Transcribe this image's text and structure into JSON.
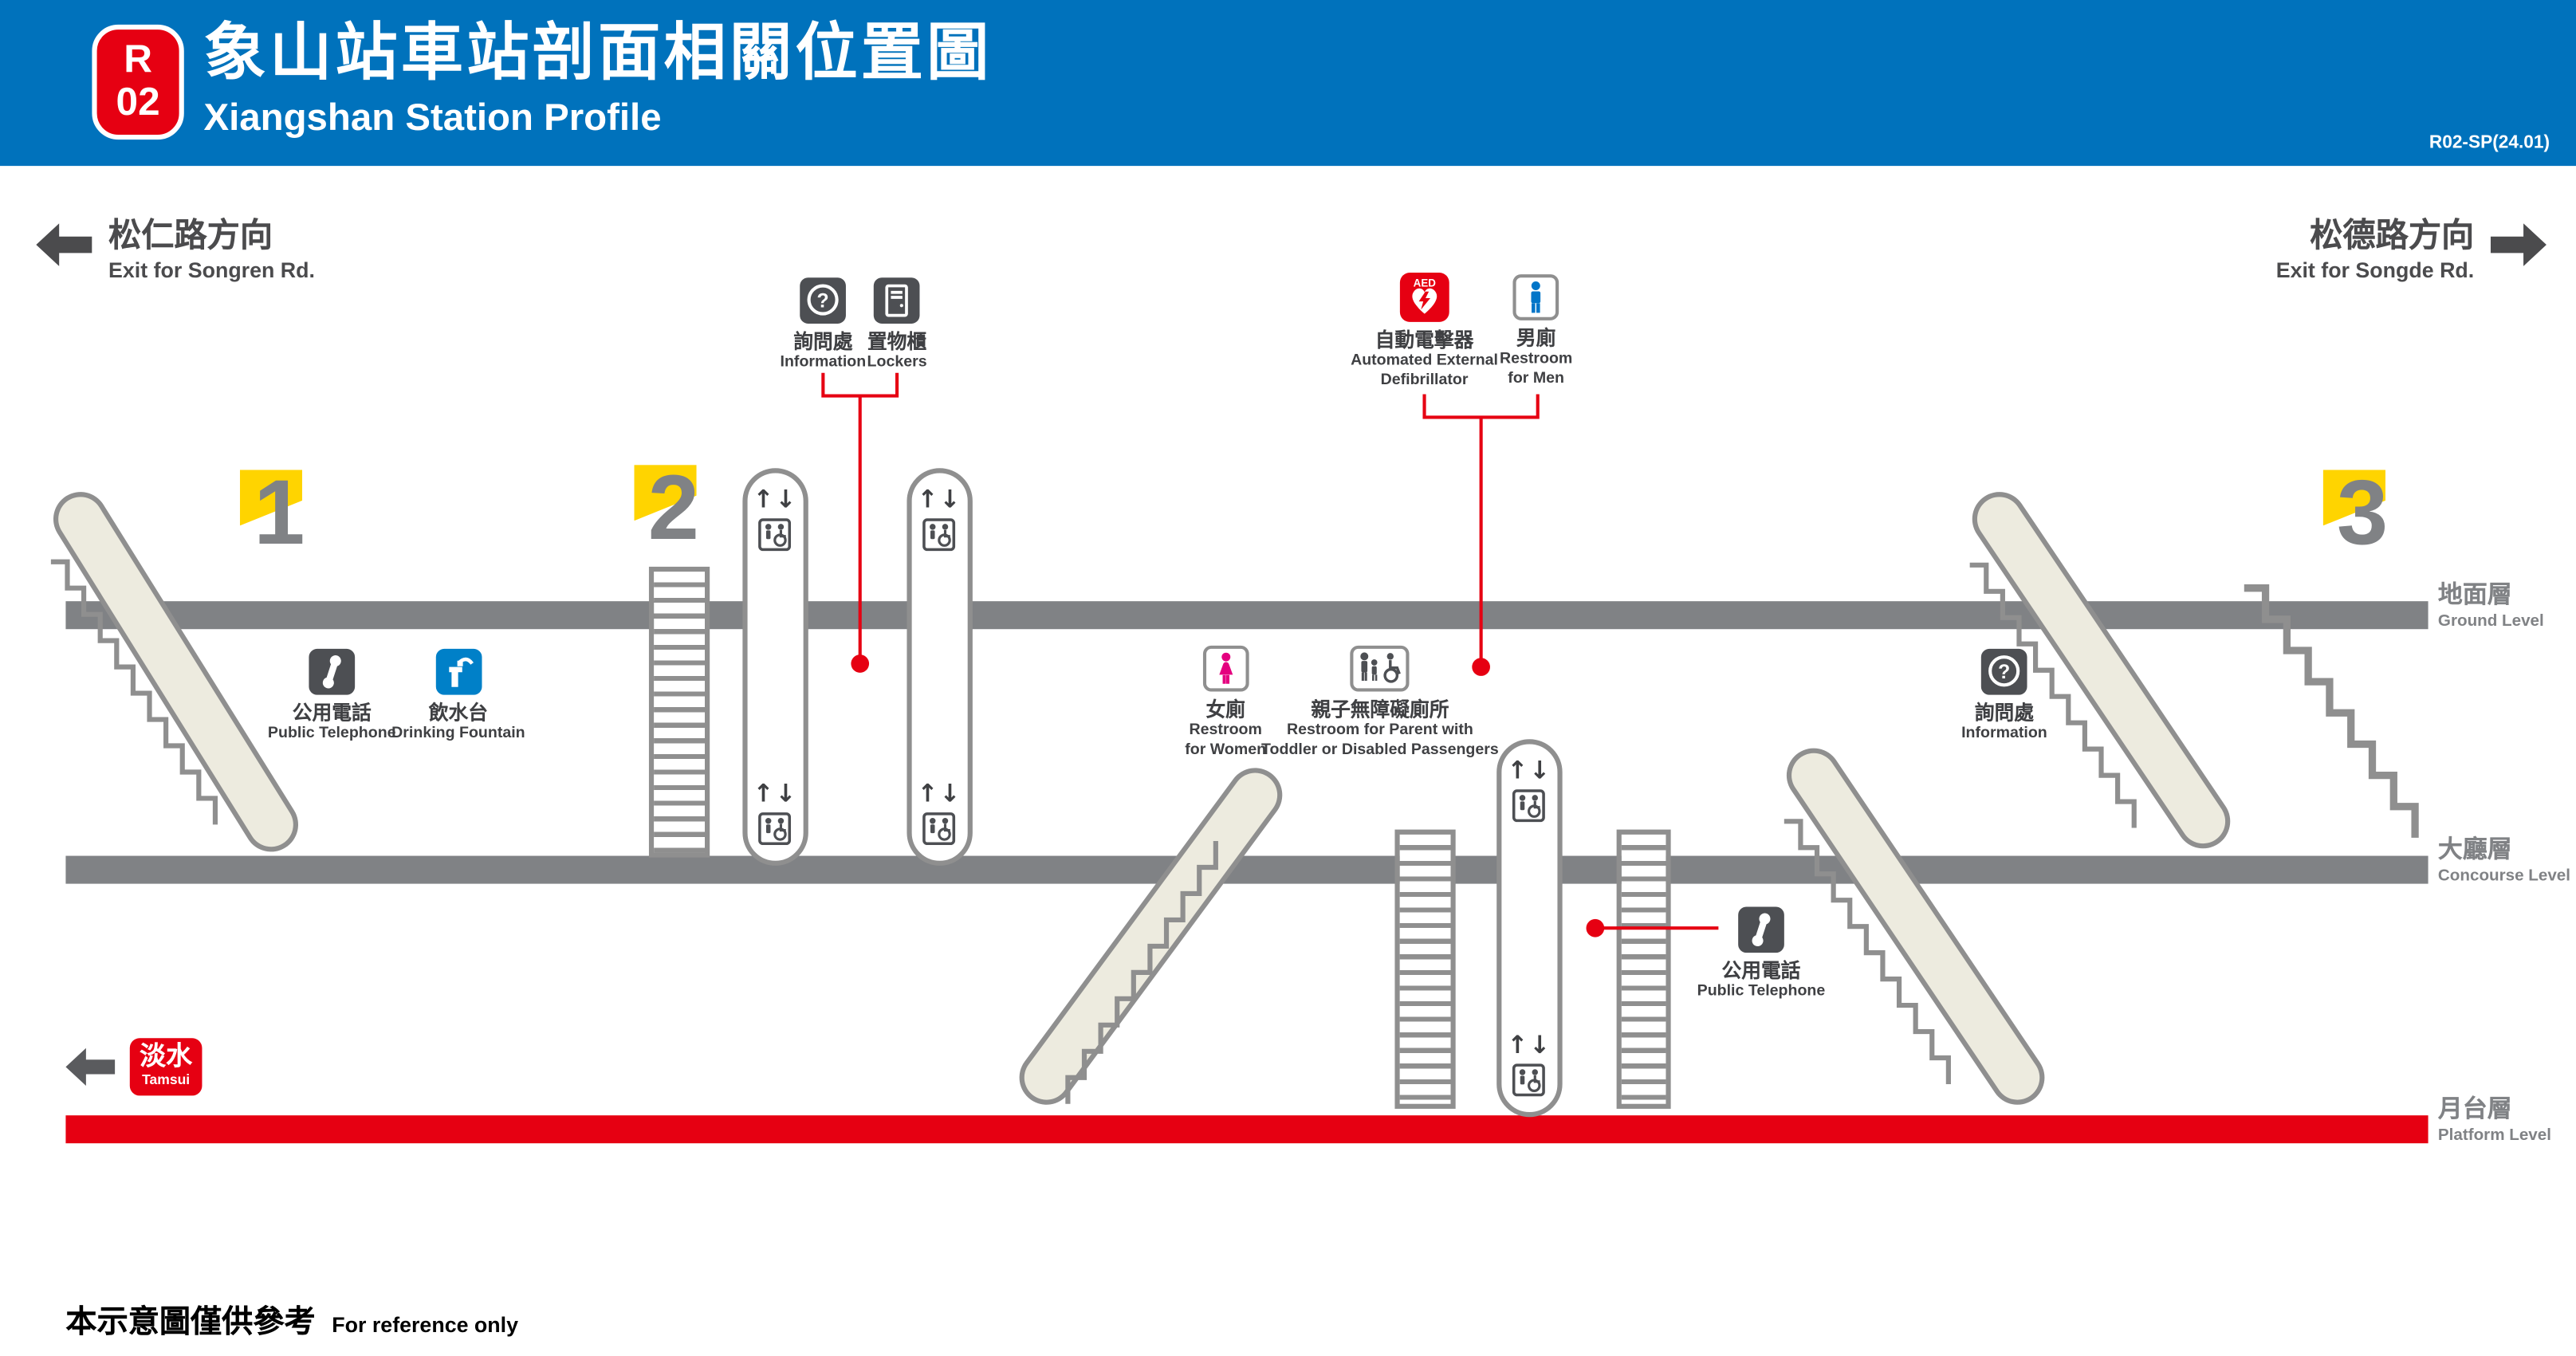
{
  "header": {
    "badge": {
      "line_letter": "R",
      "station_number": "02"
    },
    "title_zh": "象山站車站剖面相關位置圖",
    "title_en": "Xiangshan Station Profile",
    "doc_code": "R02-SP(24.01)"
  },
  "directions": {
    "left": {
      "zh": "松仁路方向",
      "en": "Exit for Songren Rd."
    },
    "right": {
      "zh": "松德路方向",
      "en": "Exit for Songde Rd."
    }
  },
  "exits": {
    "exit1": "1",
    "exit2": "2",
    "exit3": "3"
  },
  "levels": {
    "ground": {
      "zh": "地面層",
      "en": "Ground Level"
    },
    "concourse": {
      "zh": "大廳層",
      "en": "Concourse Level"
    },
    "platform": {
      "zh": "月台層",
      "en": "Platform Level"
    }
  },
  "callouts": {
    "information_top": {
      "zh": "詢問處",
      "en": "Information"
    },
    "lockers": {
      "zh": "置物櫃",
      "en": "Lockers"
    },
    "aed": {
      "zh": "自動電擊器",
      "en_line1": "Automated External",
      "en_line2": "Defibrillator"
    },
    "men_restroom": {
      "zh": "男廁",
      "en_line1": "Restroom",
      "en_line2": "for Men"
    }
  },
  "facilities": {
    "public_telephone_ground": {
      "zh": "公用電話",
      "en": "Public Telephone"
    },
    "drinking_fountain": {
      "zh": "飲水台",
      "en": "Drinking Fountain"
    },
    "women_restroom": {
      "zh": "女廁",
      "en_line1": "Restroom",
      "en_line2": "for Women"
    },
    "family_accessible_restroom": {
      "zh": "親子無障礙廁所",
      "en_line1": "Restroom for Parent with",
      "en_line2": "Toddler or Disabled Passengers"
    },
    "information_right": {
      "zh": "詢問處",
      "en": "Information"
    },
    "public_telephone_concourse": {
      "zh": "公用電話",
      "en": "Public Telephone"
    }
  },
  "terminus": {
    "zh": "淡水",
    "en": "Tamsui"
  },
  "footer": {
    "zh": "本示意圖僅供參考",
    "en": "For reference only"
  },
  "glyphs": {
    "elevator_arrows": "↑↓",
    "aed_text": "AED",
    "question_mark": "?"
  },
  "colors": {
    "header_blue": "#0072bc",
    "signal_red": "#e60012",
    "exit_yellow": "#ffd400",
    "level_gray": "#808285",
    "icon_dark": "#4d4f53",
    "men_blue": "#0075c8",
    "women_pink": "#e4007f",
    "fountain_blue": "#0080c8",
    "escalator_fill": "#edebdf",
    "escalator_outline": "#8f8f8f"
  }
}
